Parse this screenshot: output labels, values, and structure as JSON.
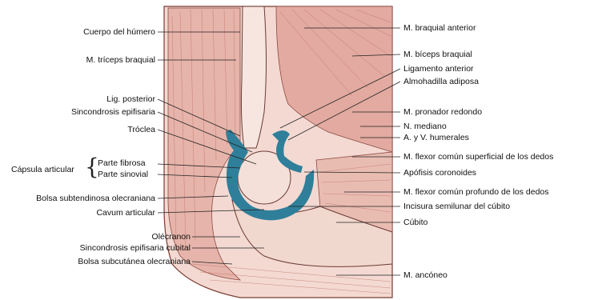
{
  "colors": {
    "muscle": "#e9c6bd",
    "muscle_dark": "#c98a80",
    "cartilage": "#2f7f9a",
    "bone": "#f4e2da",
    "lines": "#222222"
  },
  "labels_left": [
    "Cuerpo del húmero",
    "M. tríceps braquial",
    "Lig. posterior",
    "Sincondrosis epifisaria",
    "Tróclea",
    "Parte fibrosa",
    "Parte sinovial",
    "Bolsa subtendinosa olecraniana",
    "Cavum articular",
    "Olécranon",
    "Sincondrosis epifisaria cubital",
    "Bolsa subcutánea olecraniana"
  ],
  "capsule_label": "Cápsula articular",
  "labels_right": [
    "M. braquial anterior",
    "M. bíceps braquial",
    "Ligamento anterior",
    "Almohadilla adiposa",
    "M. pronador redondo",
    "N. mediano",
    "A. y V. humerales",
    "M. flexor común superficial de los dedos",
    "Apófisis coronoides",
    "M. flexor común profundo de los dedos",
    "Incisura semilunar del cúbito",
    "Cúbito",
    "M. ancóneo"
  ]
}
